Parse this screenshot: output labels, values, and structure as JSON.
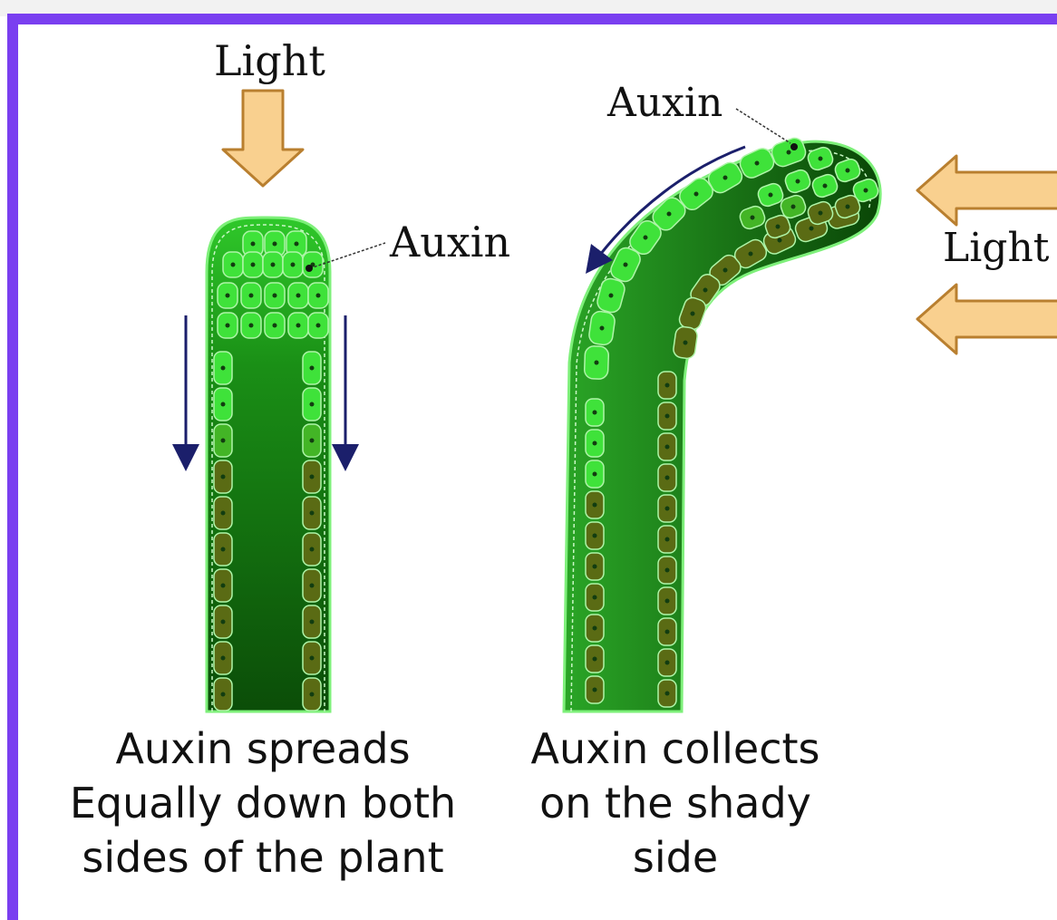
{
  "left_panel": {
    "light_label": "Light",
    "auxin_label": "Auxin",
    "caption": [
      "Auxin spreads",
      "Equally down both",
      "sides of the plant"
    ]
  },
  "right_panel": {
    "light_label": "Light",
    "auxin_label": "Auxin",
    "caption": [
      "Auxin collects",
      "on the shady",
      "side"
    ]
  },
  "colors": {
    "frame": "#7a3ff0",
    "light_arrow": "#f9d08f",
    "light_arrow_outline": "#b97f2f",
    "stem_dark": "#0b4d08",
    "cell_bright": "#3fe23a",
    "cell_shaded": "#5a6b14",
    "flow_arrow": "#1b1f6b"
  }
}
